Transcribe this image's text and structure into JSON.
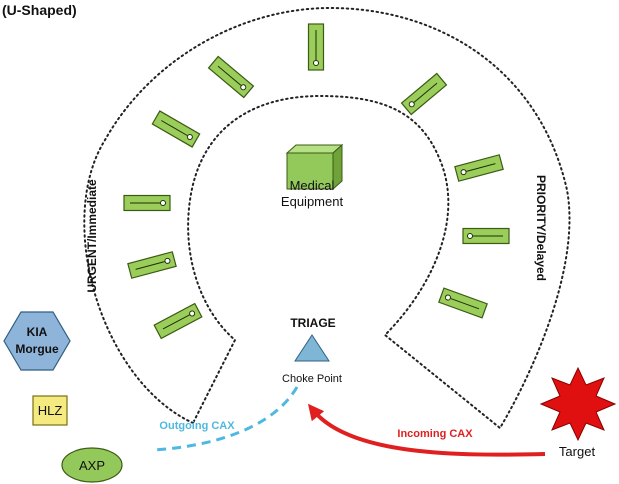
{
  "header": {
    "title": "(U-Shaped)"
  },
  "labels": {
    "urgent": "URGENT/Immediate",
    "priority": "PRIORITY/Delayed",
    "medical_line1": "Medical",
    "medical_line2": "Equipment",
    "triage": "TRIAGE",
    "choke_point": "Choke Point",
    "outgoing": "Outgoing CAX",
    "incoming": "Incoming CAX",
    "target": "Target",
    "kia_line1": "KIA",
    "kia_line2": "Morgue",
    "hlz": "HLZ",
    "axp": "AXP"
  },
  "colors": {
    "litter_fill": "#9acd5a",
    "litter_stroke": "#3c5a14",
    "triage_fill": "#7fb6d6",
    "outgoing": "#4fb8e0",
    "incoming": "#e02020",
    "target_fill": "#e01010",
    "kia_fill": "#8fb4d9",
    "hlz_fill": "#f4ea80",
    "axp_fill": "#93c95a",
    "text": "#111111"
  },
  "icons": {
    "litter": "litter-icon",
    "equipment": "equipment-box-icon",
    "triage": "triangle-icon",
    "target": "starburst-icon",
    "kia": "hexagon-icon",
    "hlz": "square-icon",
    "axp": "ellipse-icon"
  }
}
